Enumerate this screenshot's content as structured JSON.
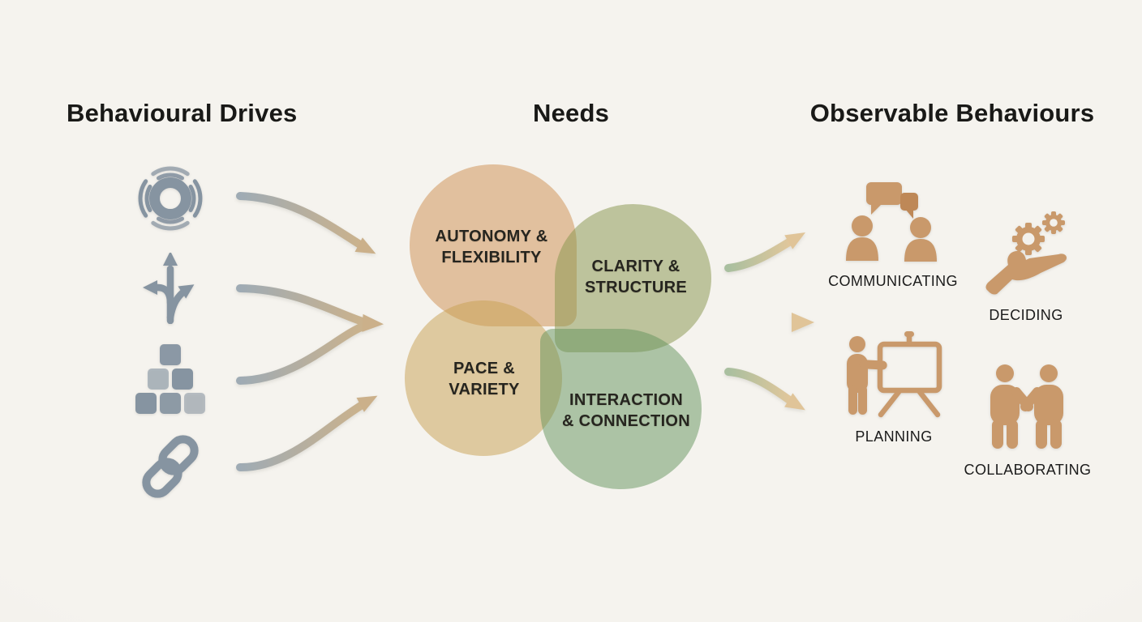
{
  "headers": {
    "drives": "Behavioural Drives",
    "needs": "Needs",
    "behaviours": "Observable Behaviours"
  },
  "drives": {
    "icons": [
      "radar-pulse",
      "branching-path",
      "building-blocks",
      "chain-link"
    ]
  },
  "needs": {
    "items": [
      {
        "label": "AUTONOMY &\nFLEXIBILITY",
        "fill": "#CE8E4E"
      },
      {
        "label": "CLARITY &\nSTRUCTURE",
        "fill": "#85934A"
      },
      {
        "label": "PACE &\nVARIETY",
        "fill": "#C79F50"
      },
      {
        "label": "INTERACTION\n& CONNECTION",
        "fill": "#63935C"
      }
    ]
  },
  "behaviours": {
    "items": [
      {
        "label": "COMMUNICATING",
        "icon": "two-people-speech-bubbles"
      },
      {
        "label": "DECIDING",
        "icon": "hand-holding-gears"
      },
      {
        "label": "PLANNING",
        "icon": "person-at-easel"
      },
      {
        "label": "COLLABORATING",
        "icon": "two-people-handshake"
      }
    ]
  },
  "palette": {
    "background": "#F3F1EC",
    "drive_icon": "#8694A1",
    "behaviour_icon": "#C9996B",
    "behaviour_icon_dark": "#BE8857",
    "arrow_left_start": "#9FABB4",
    "arrow_left_end": "#CBB28C",
    "arrow_right_start": "#A9BF9F",
    "arrow_right_end": "#E2C79B",
    "text": "#191917"
  }
}
